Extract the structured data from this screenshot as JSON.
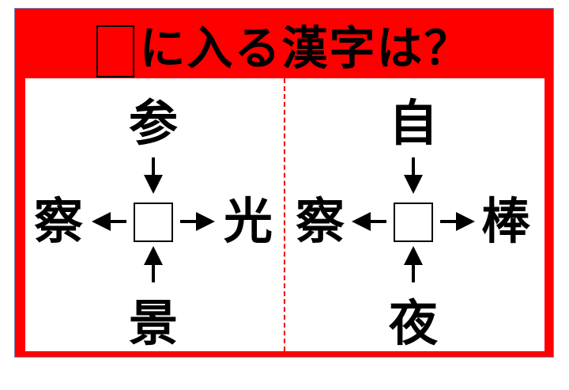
{
  "title": {
    "blank_symbol": "□",
    "text": "に入る漢字は？"
  },
  "puzzles": [
    {
      "top": "参",
      "left": "察",
      "right": "光",
      "bottom": "景"
    },
    {
      "top": "自",
      "left": "察",
      "right": "棒",
      "bottom": "夜"
    }
  ],
  "colors": {
    "frame": "#ff0000",
    "divider": "#e00000",
    "text": "#000000"
  }
}
